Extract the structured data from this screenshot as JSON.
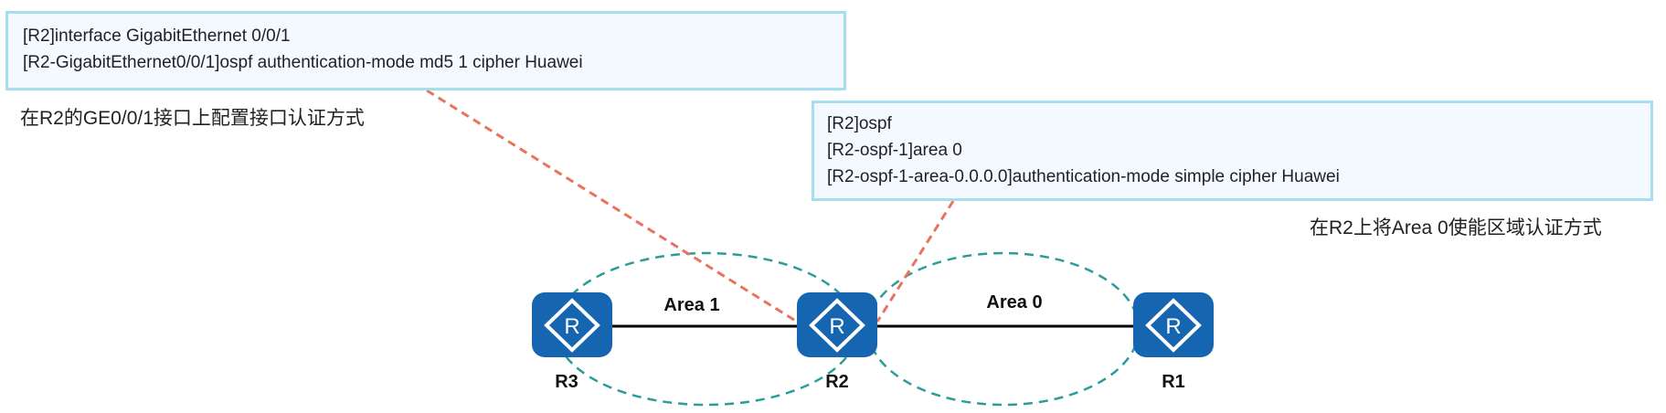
{
  "config_box_interface": {
    "lines": [
      "[R2]interface GigabitEthernet 0/0/1",
      "[R2-GigabitEthernet0/0/1]ospf authentication-mode md5 1 cipher Huawei"
    ],
    "caption": "在R2的GE0/0/1接口上配置接口认证方式"
  },
  "config_box_area": {
    "lines": [
      "[R2]ospf",
      "[R2-ospf-1]area 0",
      "[R2-ospf-1-area-0.0.0.0]authentication-mode simple cipher Huawei"
    ],
    "caption": "在R2上将Area 0使能区域认证方式"
  },
  "topology": {
    "routers": [
      {
        "name": "R3",
        "icon": "router-icon"
      },
      {
        "name": "R2",
        "icon": "router-icon"
      },
      {
        "name": "R1",
        "icon": "router-icon"
      }
    ],
    "areas": [
      {
        "label": "Area 1",
        "between": [
          "R3",
          "R2"
        ]
      },
      {
        "label": "Area 0",
        "between": [
          "R2",
          "R1"
        ]
      }
    ]
  },
  "colors": {
    "router": "#1565b0",
    "area_boundary": "#2a9d9a",
    "callout_line": "#e8735f",
    "box_border": "#a6def0",
    "box_fill": "#f3f9fe"
  }
}
